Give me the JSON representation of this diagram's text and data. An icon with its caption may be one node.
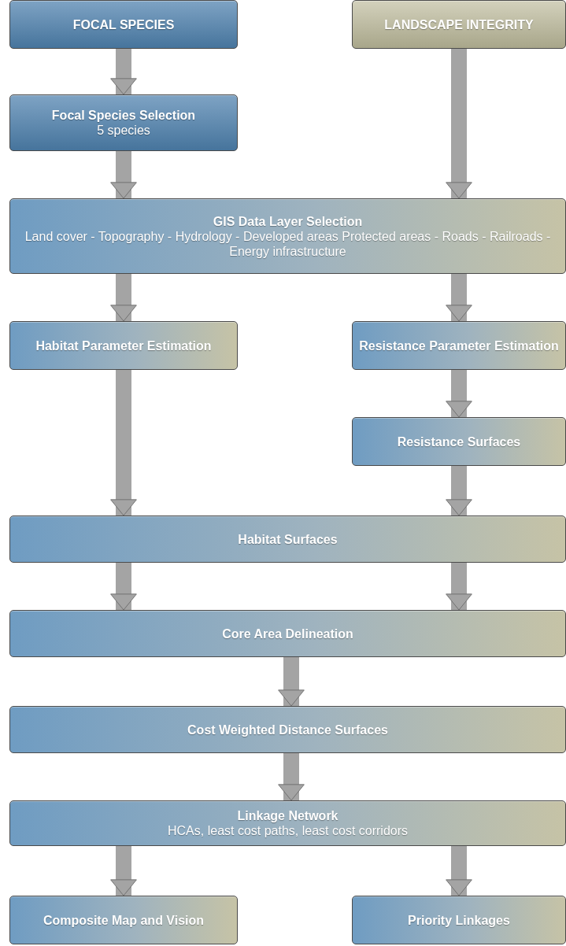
{
  "diagram": {
    "nodes": [
      {
        "text": [
          "FOCAL SPECIES"
        ]
      },
      {
        "text": [
          "LANDSCAPE INTEGRITY"
        ]
      },
      {
        "text": [
          "Focal Species Selection",
          "5 species"
        ]
      },
      {
        "text": [
          "GIS Data Layer Selection",
          "Land cover - Topography - Hydrology - Developed areas Protected areas - Roads - Railroads - Energy infrastructure"
        ]
      },
      {
        "text": [
          "Habitat Parameter Estimation"
        ]
      },
      {
        "text": [
          "Resistance Parameter Estimation"
        ]
      },
      {
        "text": [
          "Resistance Surfaces"
        ]
      },
      {
        "text": [
          "Habitat Surfaces"
        ]
      },
      {
        "text": [
          "Core Area Delineation"
        ]
      },
      {
        "text": [
          "Cost Weighted Distance Surfaces"
        ]
      },
      {
        "text": [
          "Linkage Network",
          "HCAs, least cost paths, least cost corridors"
        ]
      },
      {
        "text": [
          "Composite Map and Vision"
        ]
      },
      {
        "text": [
          "Priority Linkages"
        ]
      }
    ],
    "edges": [
      {
        "from": 0,
        "to": 2,
        "arrow": "to"
      },
      {
        "from": 2,
        "to": 3,
        "arrow": "to"
      },
      {
        "from": 1,
        "to": 3,
        "arrow": "to"
      },
      {
        "from": 3,
        "to": 4,
        "arrow": "to"
      },
      {
        "from": 3,
        "to": 5,
        "arrow": "to"
      },
      {
        "from": 5,
        "to": 6,
        "arrow": "to"
      },
      {
        "from": 4,
        "to": 7,
        "arrow": "to"
      },
      {
        "from": 6,
        "to": 7,
        "arrow": "to"
      },
      {
        "from": 7,
        "to": 8,
        "arrow": "to"
      },
      {
        "from": 7,
        "to": 8,
        "arrow": "to"
      },
      {
        "from": 8,
        "to": 9,
        "arrow": "to"
      },
      {
        "from": 9,
        "to": 10,
        "arrow": "to"
      },
      {
        "from": 10,
        "to": 11,
        "arrow": "to"
      },
      {
        "from": 10,
        "to": 12,
        "arrow": "to"
      }
    ]
  }
}
